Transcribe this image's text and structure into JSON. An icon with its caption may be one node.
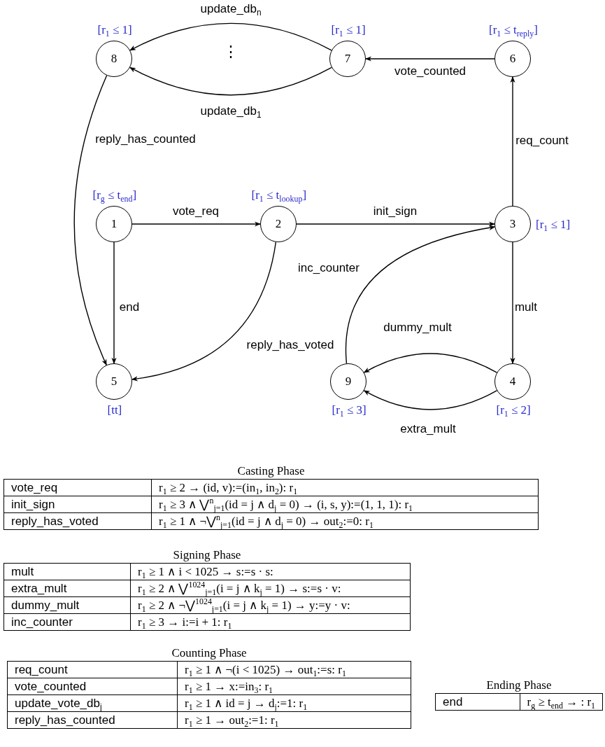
{
  "diagram": {
    "nodes": [
      {
        "text": [
          "1"
        ],
        "beside": [
          "[r$_{g}$ ≤ t$_{end}$]"
        ]
      },
      {
        "text": [
          "2"
        ],
        "beside": [
          "[r$_{1}$ ≤ t$_{lookup}$]"
        ]
      },
      {
        "text": [
          "3"
        ],
        "beside": [
          "[r$_{1}$ ≤ 1]"
        ]
      },
      {
        "text": [
          "4"
        ],
        "beside": [
          "[r$_{1}$ ≤ 2]"
        ]
      },
      {
        "text": [
          "5"
        ],
        "beside": [
          "[tt]"
        ]
      },
      {
        "text": [
          "6"
        ],
        "beside": [
          "[r$_{1}$ ≤ t$_{reply}$]"
        ]
      },
      {
        "text": [
          "7"
        ],
        "beside": [
          "[r$_{1}$ ≤ 1]"
        ]
      },
      {
        "text": [
          "8"
        ],
        "beside": [
          "[r$_{1}$ ≤ 1]"
        ]
      },
      {
        "text": [
          "9"
        ],
        "beside": [
          "[r$_{1}$ ≤ 3]"
        ]
      }
    ],
    "edges": [
      {
        "from": 0,
        "to": 1,
        "arrow": "to",
        "label": "vote_req"
      },
      {
        "from": 1,
        "to": 2,
        "arrow": "to",
        "label": "init_sign"
      },
      {
        "from": 0,
        "to": 4,
        "arrow": "to",
        "label": "end"
      },
      {
        "from": 1,
        "to": 4,
        "arrow": "to",
        "label": "reply_has_voted"
      },
      {
        "from": 2,
        "to": 5,
        "arrow": "to",
        "label": "req_count"
      },
      {
        "from": 5,
        "to": 6,
        "arrow": "to",
        "label": "vote_counted"
      },
      {
        "from": 6,
        "to": 7,
        "arrow": "to",
        "label": "update_db$_{n}$"
      },
      {
        "from": 6,
        "to": 7,
        "arrow": "to",
        "label": "update_db$_{1}$"
      },
      {
        "from": 7,
        "to": 4,
        "arrow": "to",
        "label": "reply_has_counted"
      },
      {
        "from": 2,
        "to": 3,
        "arrow": "to",
        "label": "mult"
      },
      {
        "from": 3,
        "to": 8,
        "arrow": "to",
        "label": "dummy_mult"
      },
      {
        "from": 3,
        "to": 8,
        "arrow": "to",
        "label": "extra_mult"
      },
      {
        "from": 8,
        "to": 2,
        "arrow": "to",
        "label": "inc_counter"
      }
    ],
    "labels": [
      "⋮",
      "Casting Phase",
      "vote_req",
      "r$_{1}$ ≥ 2 → (id, v):=(in$_{1}$, in$_{2}$): r$_{1}$",
      "init_sign",
      "r$_{1}$ ≥ 3 ∧ ⋁$^{n}$$_{j=1}$(id = j ∧ d$_{j}$ = 0) → (i, s, y):=(1, 1, 1): r$_{1}$",
      "reply_has_voted",
      "r$_{1}$ ≥ 1 ∧ ¬⋁$^{n}$$_{j=1}$(id = j ∧ d$_{j}$ = 0) → out$_{2}$:=0: r$_{1}$",
      "Signing Phase",
      "mult",
      "r$_{1}$ ≥ 1 ∧ i < 1025 → s:=s · s:",
      "extra_mult",
      "r$_{1}$ ≥ 2 ∧ ⋁$^{1024}$$_{j=1}$(i = j ∧ k$_{j}$ = 1) → s:=s · v:",
      "dummy_mult",
      "r$_{1}$ ≥ 2 ∧ ¬⋁$^{1024}$$_{j=1}$(i = j ∧ k$_{j}$ = 1) → y:=y · v:",
      "inc_counter",
      "r$_{1}$ ≥ 3 → i:=i + 1: r$_{1}$",
      "Counting Phase",
      "req_count",
      "r$_{1}$ ≥ 1 ∧ ¬(i < 1025) → out$_{1}$:=s: r$_{1}$",
      "vote_counted",
      "r$_{1}$ ≥ 1 → x:=in$_{3}$: r$_{1}$",
      "update_vote_db$_{j}$",
      "r$_{1}$ ≥ 1 ∧ id = j → d$_{j}$:=1: r$_{1}$",
      "reply_has_counted",
      "r$_{1}$ ≥ 1 → out$_{2}$:=1: r$_{1}$",
      "Ending Phase",
      "end",
      "r$_{g}$ ≥ t$_{end}$ → : r$_{1}$"
    ]
  }
}
